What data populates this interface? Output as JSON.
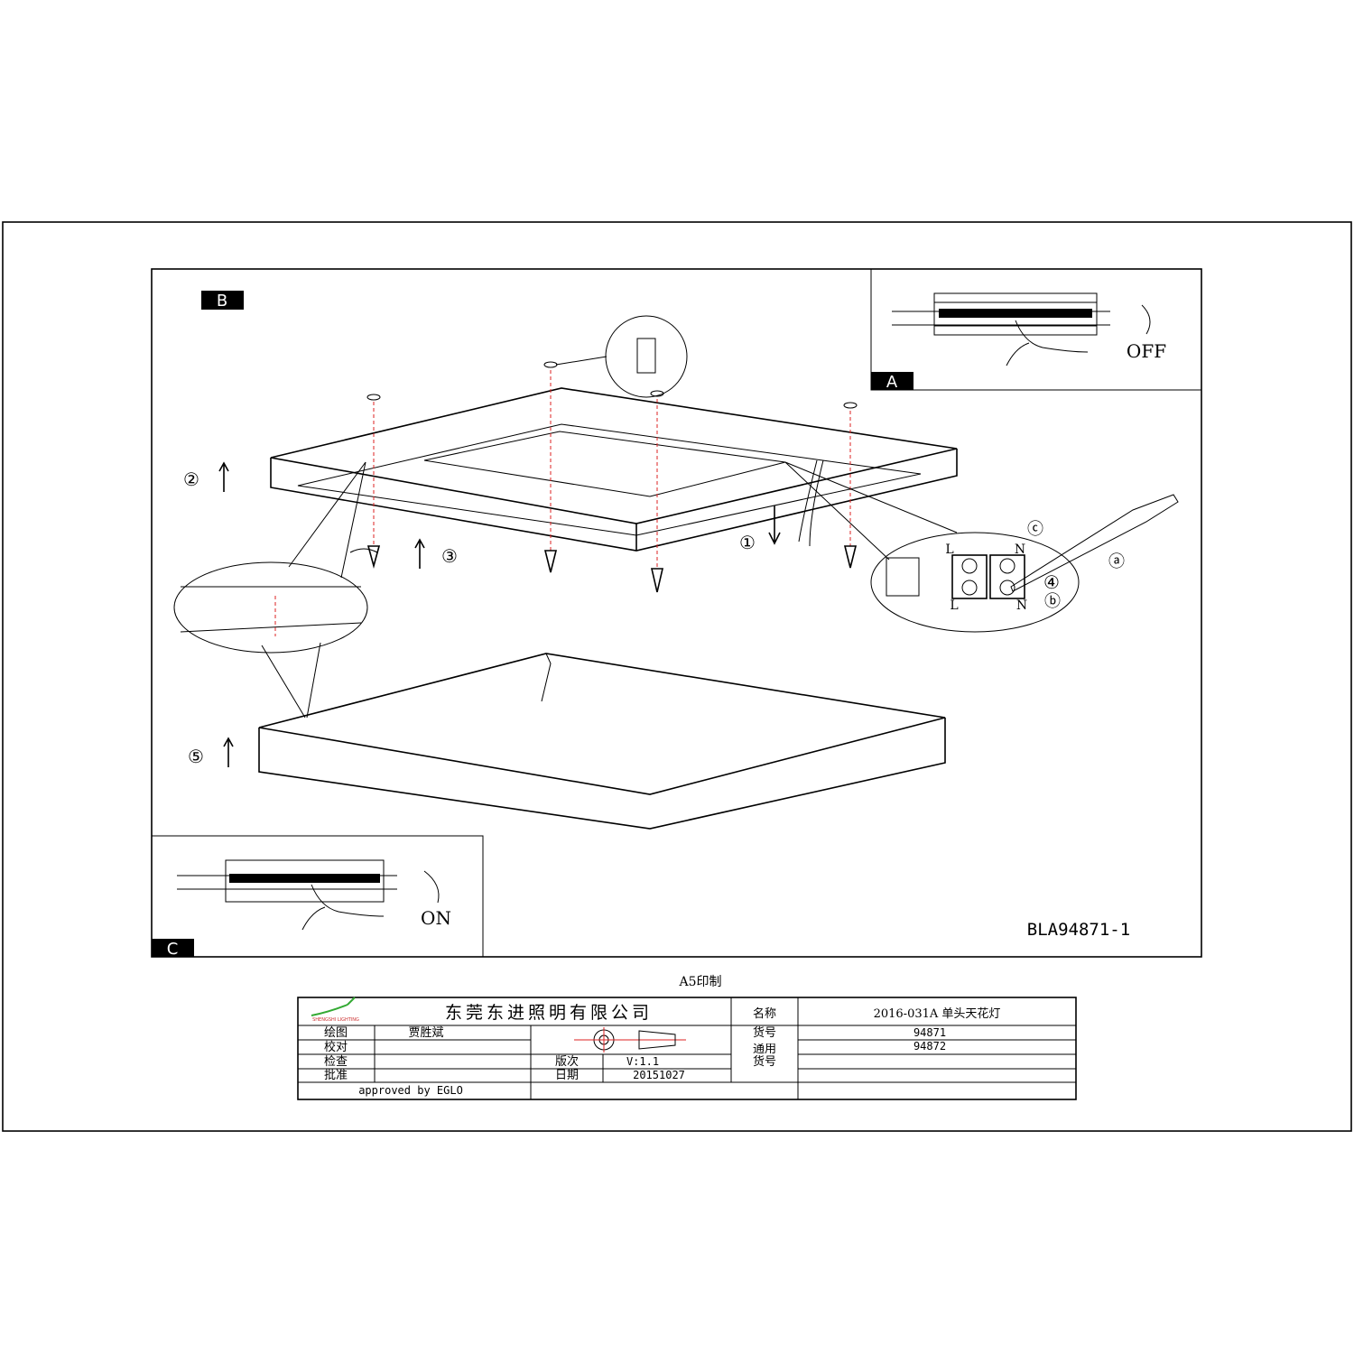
{
  "labels": {
    "panel_a": "A",
    "panel_b": "B",
    "panel_c": "C"
  },
  "steps": {
    "s1": "①",
    "s2": "②",
    "s3": "③",
    "s4": "④",
    "s5": "⑤",
    "a": "ⓐ",
    "b": "ⓑ",
    "c": "ⓒ"
  },
  "switch_off": "OFF",
  "switch_on": "ON",
  "terminal": {
    "l_top": "L",
    "n_top": "N",
    "l_bottom": "L",
    "n_bottom": "N"
  },
  "drawing_code": "BLA94871-1",
  "print_note": "A5印制",
  "title_block": {
    "company": "东莞东进照明有限公司",
    "logo_text": "SHENGSHI LIGHTING",
    "name_label": "名称",
    "name_value": "2016-031A 单头天花灯",
    "drawn_label": "绘图",
    "drawn_value": "贾胜斌",
    "checked_label": "校对",
    "inspected_label": "检查",
    "approved_label": "批准",
    "version_label": "版次",
    "version_value": "V:1.1",
    "date_label": "日期",
    "date_value": "20151027",
    "item_label": "货号",
    "item_value": "94871",
    "general_item_label": "通用货号",
    "general_item_value": "94872",
    "approved_by": "approved by EGLO"
  },
  "colors": {
    "projection_symbol": "#dd2222",
    "logo": "#33aa33"
  }
}
